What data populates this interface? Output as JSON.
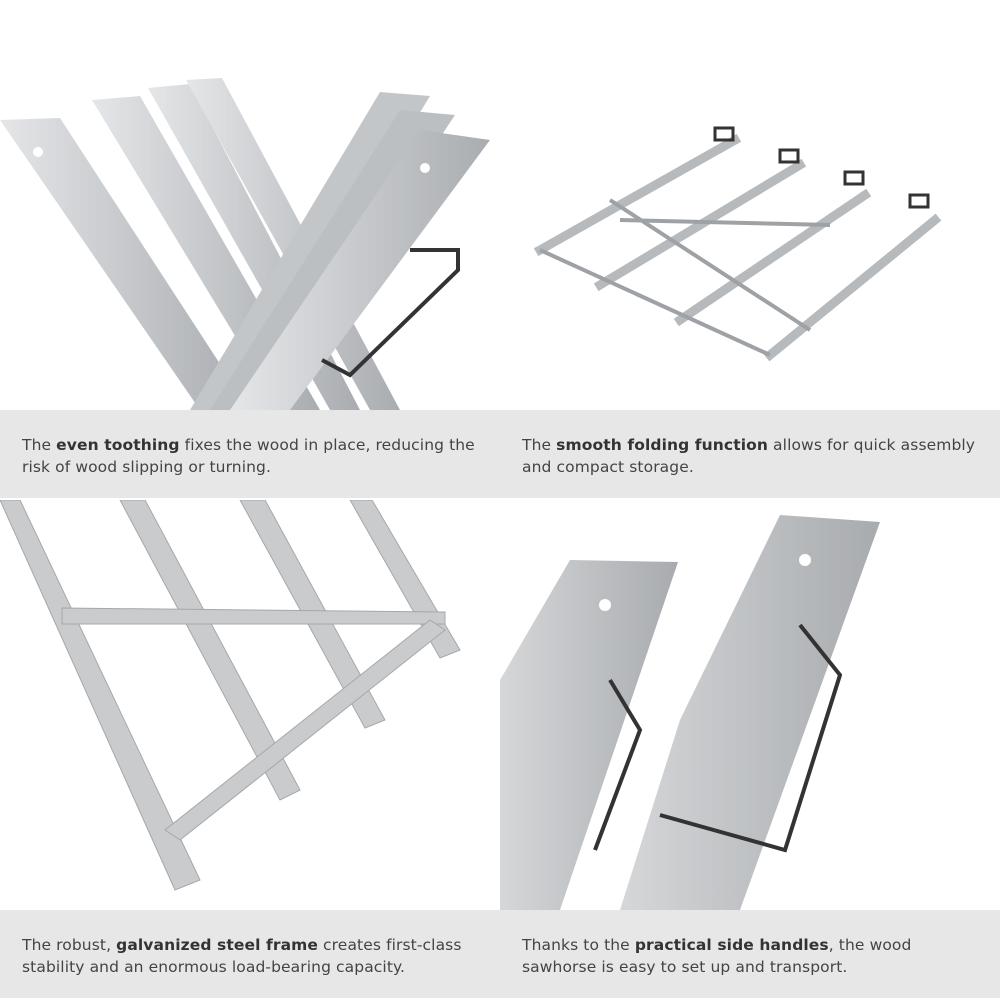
{
  "panels": [
    {
      "pre": "The ",
      "bold": "even toothing",
      "post": " fixes the wood in place, reducing the risk of wood slipping or turning."
    },
    {
      "pre": "The ",
      "bold": "smooth folding function",
      "post": " allows for quick assembly and compact storage."
    },
    {
      "pre": "The robust, ",
      "bold": "galvanized steel frame",
      "post": " creates first-class stability and an enormous load-bearing capacity."
    },
    {
      "pre": "Thanks to the ",
      "bold": "practical side handles",
      "post": ", the wood sawhorse is easy to set up and transport."
    }
  ],
  "colors": {
    "caption_bg": "#e4e4e4",
    "text": "#444444",
    "metal": "#c8cacc"
  }
}
